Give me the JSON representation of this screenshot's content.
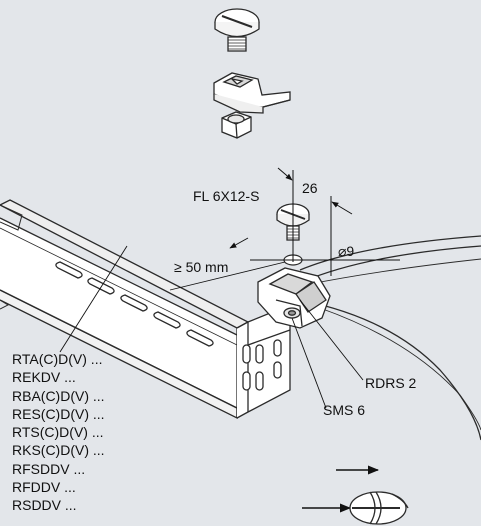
{
  "labels": {
    "screw": "FL 6X12-S",
    "width_dim": "26",
    "diameter_dim": "⌀9",
    "distance_dim": "≥ 50 mm",
    "bend": "RDRS 2",
    "nut_screw": "SMS 6"
  },
  "product_list": [
    "RTA(C)D(V) ...",
    "REKDV ...",
    "RBA(C)D(V) ...",
    "RES(C)D(V) ...",
    "RTS(C)D(V) ...",
    "RKS(C)D(V) ...",
    "RFSDDV ...",
    "RFDDV ...",
    "RSDDV ..."
  ],
  "colors": {
    "background": "#e3e6ea",
    "line": "#2b2b2b",
    "part_fill": "#ffffff"
  }
}
